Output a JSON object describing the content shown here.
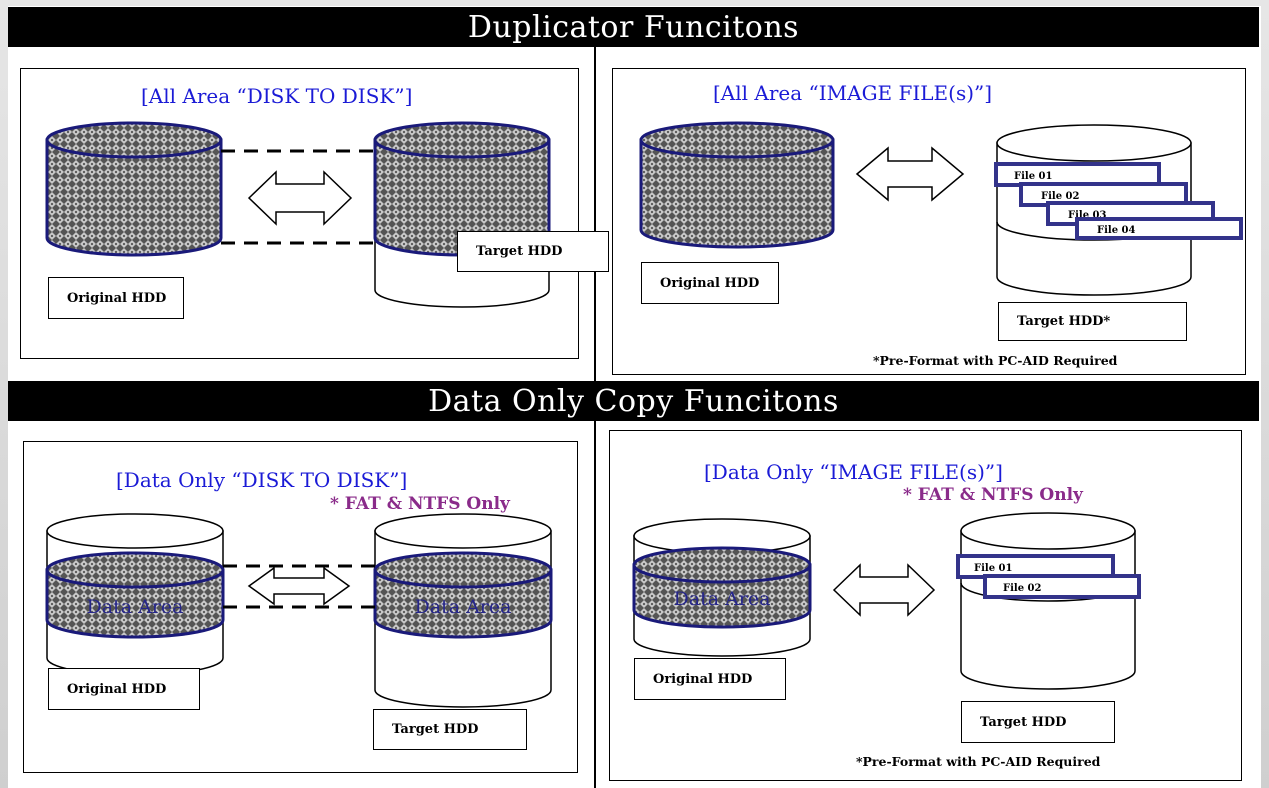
{
  "sections": {
    "duplicator_title": "Duplicator Funcitons",
    "data_only_title": "Data Only Copy Funcitons"
  },
  "panels": {
    "all_disk": {
      "title": "[All Area “DISK TO DISK”]",
      "original_label": "Original HDD",
      "target_label": "Target HDD"
    },
    "all_image": {
      "title": "[All Area “IMAGE FILE(s)”]",
      "original_label": "Original HDD",
      "target_label": "Target HDD*",
      "note": "*Pre-Format with PC-AID Required",
      "files": [
        "File 01",
        "File 02",
        "File 03",
        "File 04"
      ]
    },
    "data_disk": {
      "title": "[Data Only “DISK TO DISK”]",
      "subtitle": "* FAT & NTFS Only",
      "original_label": "Original HDD",
      "target_label": "Target HDD",
      "area_label": "Data Area"
    },
    "data_image": {
      "title": "[Data Only “IMAGE FILE(s)”]",
      "subtitle": "* FAT & NTFS Only",
      "original_label": "Original HDD",
      "target_label": "Target HDD",
      "area_label": "Data Area",
      "note": "*Pre-Format with PC-AID Required",
      "files": [
        "File 01",
        "File 02"
      ]
    }
  },
  "colors": {
    "title_blue": "#1b1bd6",
    "subtitle_purple": "#8a2b8a",
    "outline_navy": "#1a1a7a"
  }
}
